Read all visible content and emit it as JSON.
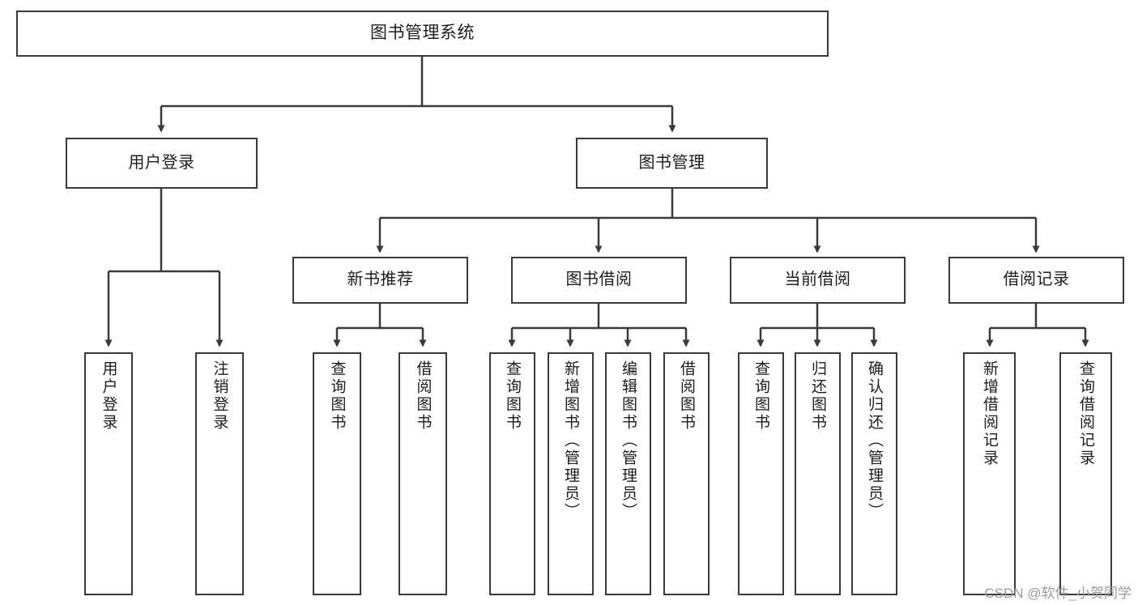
{
  "diagram": {
    "title": "图书管理系统",
    "type": "功能结构图",
    "root": {
      "label": "图书管理系统"
    },
    "level1": [
      {
        "label": "用户登录"
      },
      {
        "label": "图书管理"
      }
    ],
    "level2": [
      {
        "label": "新书推荐"
      },
      {
        "label": "图书借阅"
      },
      {
        "label": "当前借阅"
      },
      {
        "label": "借阅记录"
      }
    ],
    "leaves": {
      "user_login": [
        {
          "label": "用户登录"
        },
        {
          "label": "注销登录"
        }
      ],
      "new_book_recommend": [
        {
          "label": "查询图书"
        },
        {
          "label": "借阅图书"
        }
      ],
      "book_borrow": [
        {
          "label": "查询图书"
        },
        {
          "label": "新增图书（管理员）"
        },
        {
          "label": "编辑图书（管理员）"
        },
        {
          "label": "借阅图书"
        }
      ],
      "current_borrow": [
        {
          "label": "查询图书"
        },
        {
          "label": "归还图书"
        },
        {
          "label": "确认归还（管理员）"
        }
      ],
      "borrow_record": [
        {
          "label": "新增借阅记录"
        },
        {
          "label": "查询借阅记录"
        }
      ]
    }
  },
  "watermark": {
    "text": "CSDN @软件_小贺同学"
  },
  "colors": {
    "border": "#3a3a3a",
    "background": "#ffffff",
    "text": "#1d1d1d",
    "watermark": "#9a9a9a"
  }
}
